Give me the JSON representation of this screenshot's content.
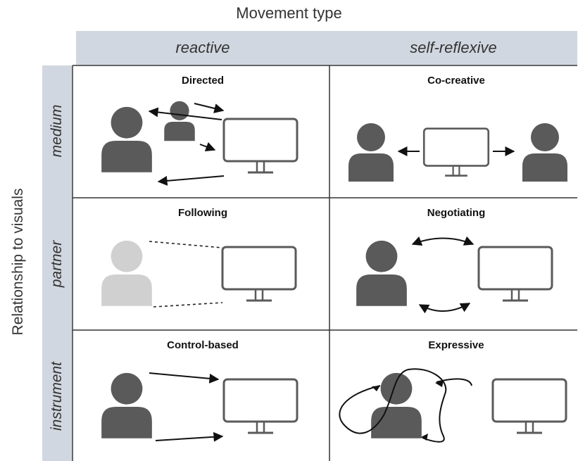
{
  "header": {
    "title": "Movement type"
  },
  "side": {
    "title": "Relationship to visuals"
  },
  "columns": [
    {
      "label": "reactive"
    },
    {
      "label": "self-reflexive"
    }
  ],
  "rows": [
    {
      "label": "medium"
    },
    {
      "label": "partner"
    },
    {
      "label": "instrument"
    }
  ],
  "cells": {
    "directed": "Directed",
    "co_creative": "Co-creative",
    "following": "Following",
    "negotiating": "Negotiating",
    "control_based": "Control-based",
    "expressive": "Expressive"
  },
  "colors": {
    "band": "#d1d7e0",
    "person": "#5a5a5a",
    "person_faded": "#d0d0d0",
    "monitor": "#5a5a5a",
    "grid": "#333333"
  }
}
